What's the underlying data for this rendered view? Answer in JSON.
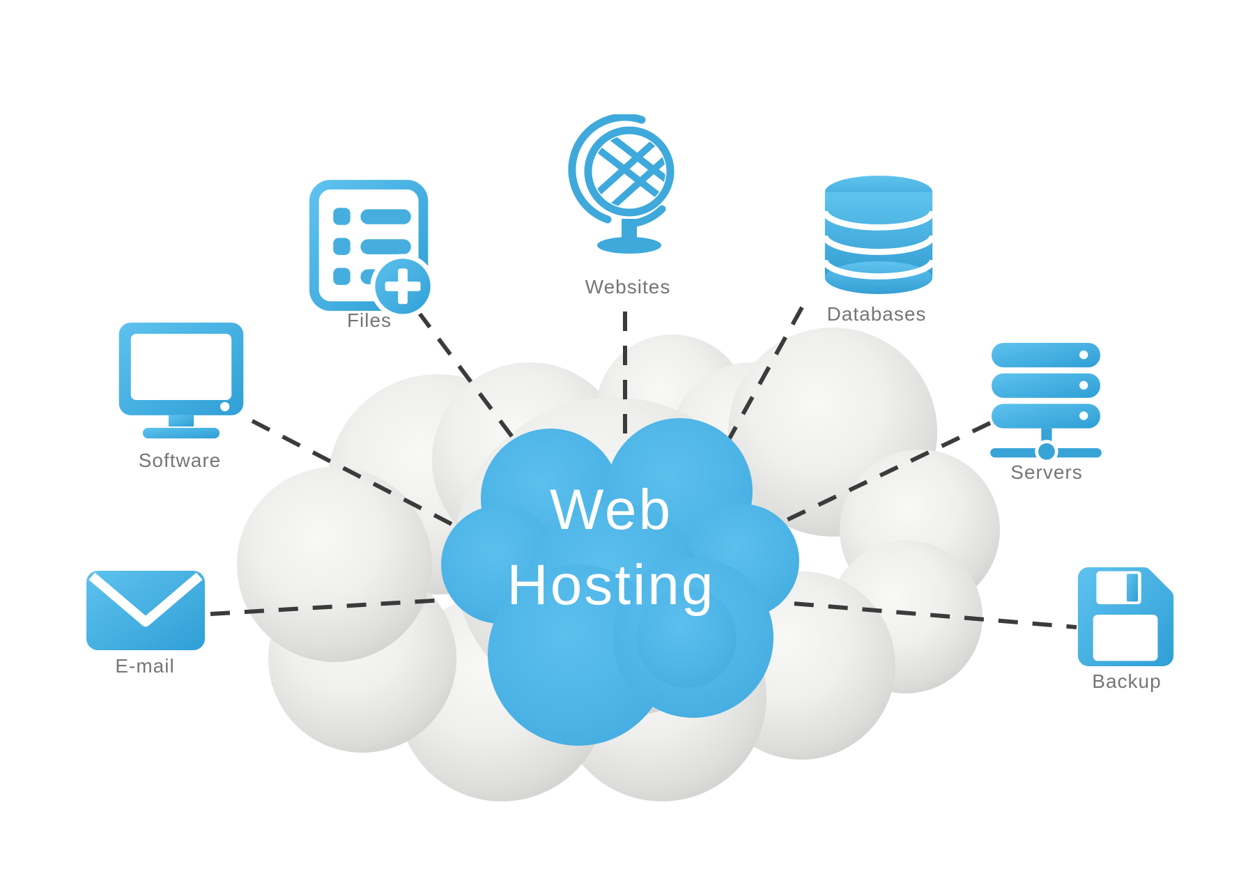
{
  "diagram": {
    "title": "Web Hosting",
    "center_label": {
      "line1": "Web",
      "line2": "Hosting"
    },
    "nodes": [
      {
        "id": "software",
        "label": "Software",
        "icon": "monitor-icon"
      },
      {
        "id": "files",
        "label": "Files",
        "icon": "file-list-add-icon"
      },
      {
        "id": "websites",
        "label": "Websites",
        "icon": "globe-stand-icon"
      },
      {
        "id": "databases",
        "label": "Databases",
        "icon": "database-icon"
      },
      {
        "id": "servers",
        "label": "Servers",
        "icon": "server-rack-icon"
      },
      {
        "id": "backup",
        "label": "Backup",
        "icon": "floppy-disk-icon"
      },
      {
        "id": "email",
        "label": "E-mail",
        "icon": "envelope-icon"
      }
    ],
    "colors": {
      "icon_blue_light": "#5ec2ee",
      "icon_blue_dark": "#2f9fd6",
      "cloud_blue": "#4db4e7",
      "cloud_gray": "#d6d6d4",
      "label_gray": "#757575",
      "connector_gray": "#3b3b3b",
      "background": "#ffffff"
    }
  }
}
